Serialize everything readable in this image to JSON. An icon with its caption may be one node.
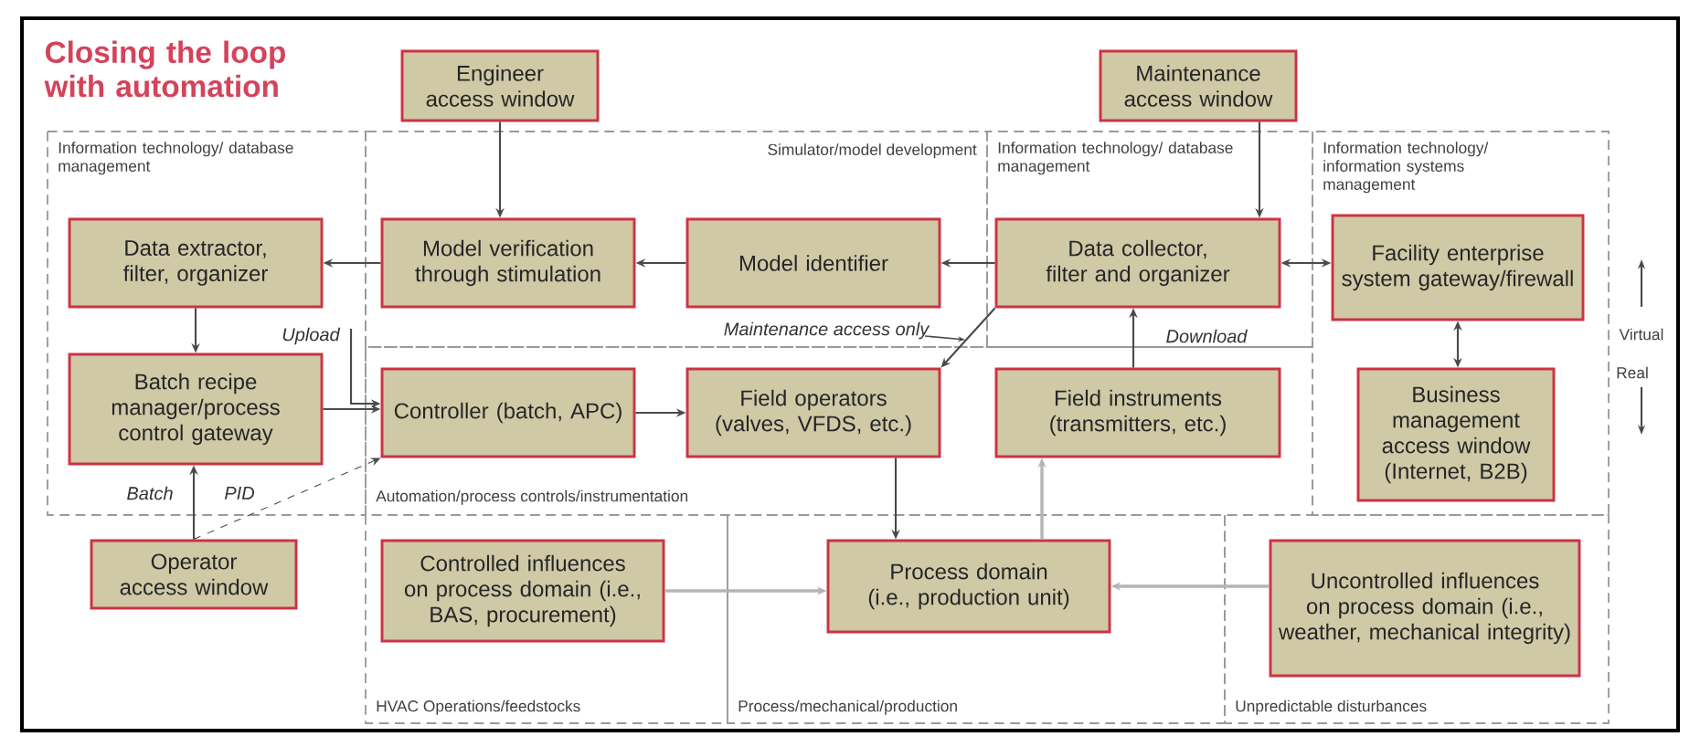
{
  "diagram": {
    "title": "Closing the loop with automation",
    "nodes": [
      {
        "text": [
          "Engineer access window"
        ]
      },
      {
        "text": [
          "Maintenance access window"
        ]
      },
      {
        "text": [
          "Data extractor, filter, organizer"
        ]
      },
      {
        "text": [
          "Model verification through stimulation"
        ]
      },
      {
        "text": [
          "Model identifier"
        ]
      },
      {
        "text": [
          "Data collector, filter and organizer"
        ]
      },
      {
        "text": [
          "Facility enterprise system gateway/firewall"
        ]
      },
      {
        "text": [
          "Batch recipe manager/process control gateway"
        ]
      },
      {
        "text": [
          "Controller (batch, APC)"
        ]
      },
      {
        "text": [
          "Field operators (valves, VFDS, etc.)"
        ]
      },
      {
        "text": [
          "Field instruments (transmitters, etc.)"
        ]
      },
      {
        "text": [
          "Business management access window (Internet, B2B)"
        ]
      },
      {
        "text": [
          "Operator access window"
        ]
      },
      {
        "text": [
          "Controlled influences on process domain (i.e., BAS, procurement)"
        ]
      },
      {
        "text": [
          "Process domain (i.e., production unit)"
        ]
      },
      {
        "text": [
          "Uncontrolled influences on process domain (i.e., weather, mechanical integrity)"
        ]
      }
    ],
    "edges": [
      {
        "from": 0,
        "to": 3,
        "arrow": "to"
      },
      {
        "from": 1,
        "to": 5,
        "arrow": "to"
      },
      {
        "from": 4,
        "to": 3,
        "arrow": "to"
      },
      {
        "from": 3,
        "to": 2,
        "arrow": "to"
      },
      {
        "from": 5,
        "to": 4,
        "arrow": "to"
      },
      {
        "from": 5,
        "to": 6,
        "arrow": "both"
      },
      {
        "from": 2,
        "to": 7,
        "arrow": "to"
      },
      {
        "from": 7,
        "to": 8,
        "arrow": "to"
      },
      {
        "from": null,
        "to": 8,
        "arrow": "to",
        "label": "Upload"
      },
      {
        "from": 12,
        "to": 7,
        "arrow": "to",
        "label": "Batch"
      },
      {
        "from": 12,
        "to": 8,
        "arrow": "to",
        "label": "PID",
        "style": "dashed"
      },
      {
        "from": 8,
        "to": 9,
        "arrow": "to"
      },
      {
        "from": 5,
        "to": 9,
        "arrow": "to",
        "label": "Maintenance access only"
      },
      {
        "from": 9,
        "to": 14,
        "arrow": "to"
      },
      {
        "from": 14,
        "to": 10,
        "arrow": "to",
        "color": "#b5b5b5"
      },
      {
        "from": 10,
        "to": 5,
        "arrow": "to",
        "label": "Download"
      },
      {
        "from": 6,
        "to": 11,
        "arrow": "both"
      },
      {
        "from": 13,
        "to": 14,
        "arrow": "to",
        "color": "#b5b5b5"
      },
      {
        "from": 15,
        "to": 14,
        "arrow": "to",
        "color": "#b5b5b5"
      }
    ],
    "labels": [
      "Information technology/ database management",
      "Simulator/model development",
      "Information technology/ database management",
      "Information technology/ information systems management",
      "Virtual",
      "Real",
      "Automation/process controls/instrumentation",
      "HVAC Operations/feedstocks",
      "Process/mechanical/production",
      "Unpredictable disturbances"
    ]
  }
}
